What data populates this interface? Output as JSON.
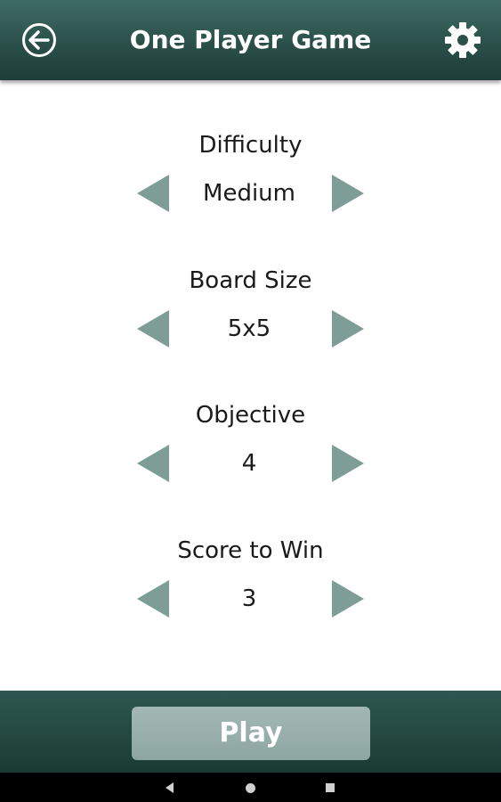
{
  "header": {
    "title": "One Player Game",
    "back_icon": "arrow-left-circle-icon",
    "settings_icon": "gear-icon"
  },
  "settings": [
    {
      "label": "Difficulty",
      "value": "Medium"
    },
    {
      "label": "Board Size",
      "value": "5x5"
    },
    {
      "label": "Objective",
      "value": "4"
    },
    {
      "label": "Score to Win",
      "value": "3"
    }
  ],
  "footer": {
    "play_label": "Play"
  },
  "colors": {
    "header_bg": "#2a5049",
    "arrow": "#7f9d97",
    "play_button": "#97aeaa",
    "text": "#1a1a1a"
  }
}
